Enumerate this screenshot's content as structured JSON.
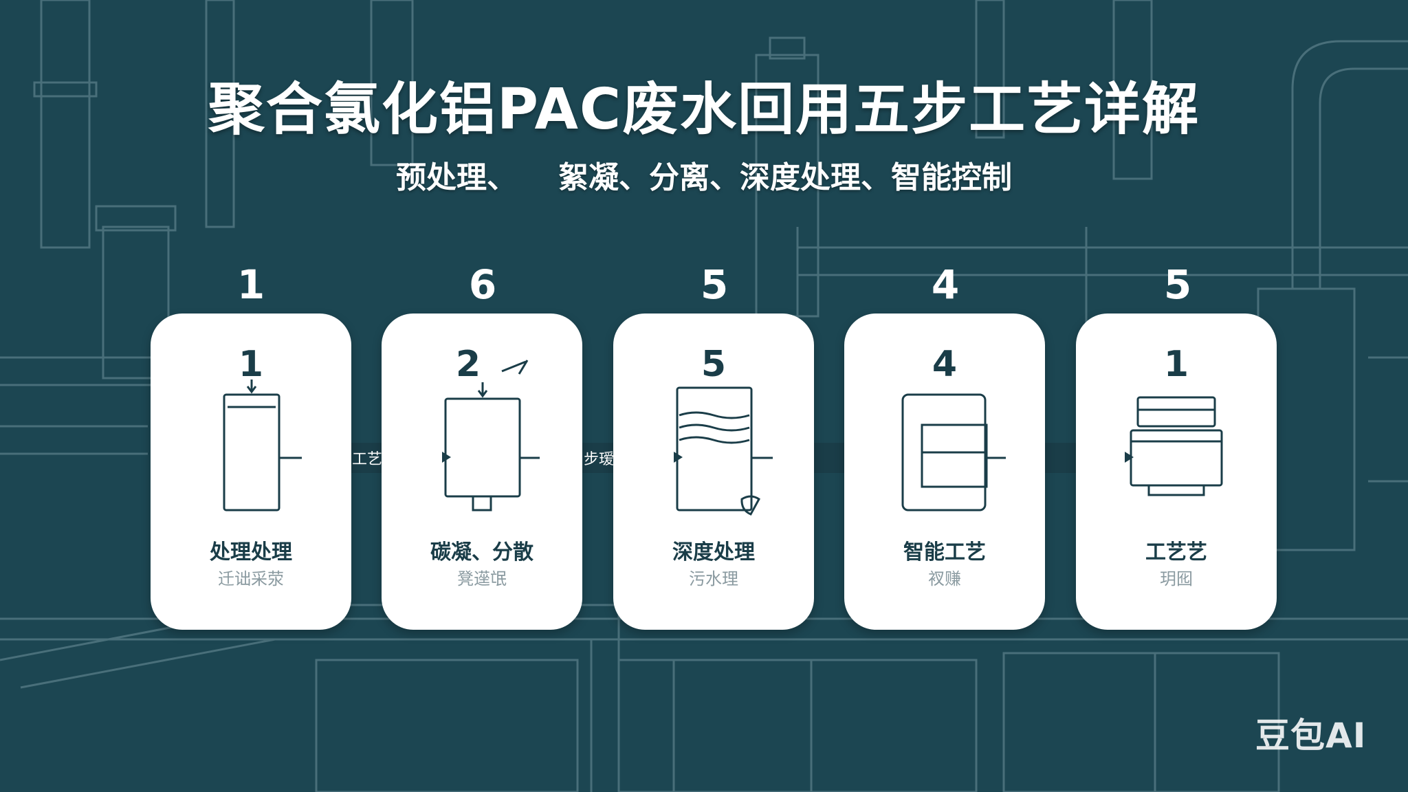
{
  "header": {
    "title": "聚合氯化铝PAC废水回用五步工艺详解",
    "subtitle_parts": [
      "预处理、",
      "絮凝、分离、深度处理、智能控制"
    ]
  },
  "steps": [
    {
      "number": "1",
      "card_number": "1",
      "title": "处理处理",
      "subtitle": "迁诎采荥"
    },
    {
      "number": "6",
      "card_number": "2",
      "title": "碳凝、分散",
      "subtitle": "凳遳氓"
    },
    {
      "number": "5",
      "card_number": "5",
      "title": "深度处理",
      "subtitle": "污水理"
    },
    {
      "number": "4",
      "card_number": "4",
      "title": "智能工艺",
      "subtitle": "衩赚"
    },
    {
      "number": "5",
      "card_number": "1",
      "title": "工艺艺",
      "subtitle": "玥囮"
    }
  ],
  "connectors": [
    {
      "label": "工艺"
    },
    {
      "label": "步瑷"
    },
    {
      "label": ""
    },
    {
      "label": ""
    }
  ],
  "watermark": {
    "text": "豆包AI"
  },
  "colors": {
    "background": "#1c4652",
    "card": "#ffffff",
    "accent_dark": "#1a3d48",
    "line_art": "#6f919b"
  }
}
